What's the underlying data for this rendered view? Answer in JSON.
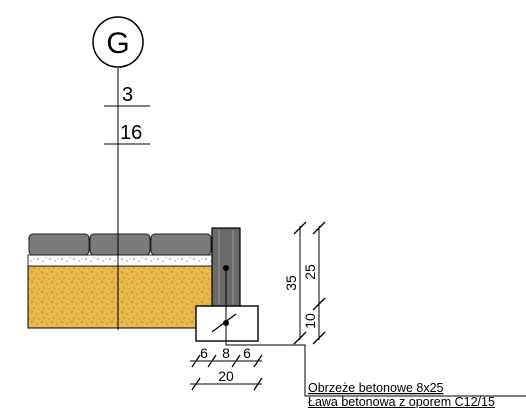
{
  "marker": {
    "letter": "G"
  },
  "layers": {
    "top": "3",
    "second": "16"
  },
  "dims": {
    "h_total": "35",
    "h_curb": "25",
    "h_footing": "10",
    "w_left": "6",
    "w_mid": "8",
    "w_right": "6",
    "w_total": "20"
  },
  "legend": {
    "item1": "Obrzeże betonowe 8x25",
    "item2": "Ława betonowa z oporem C12/15"
  },
  "colors": {
    "paver": "#7a7a7a",
    "sand_base": "#e8b84a",
    "curb": "#6a6a6a",
    "line": "#000000"
  }
}
